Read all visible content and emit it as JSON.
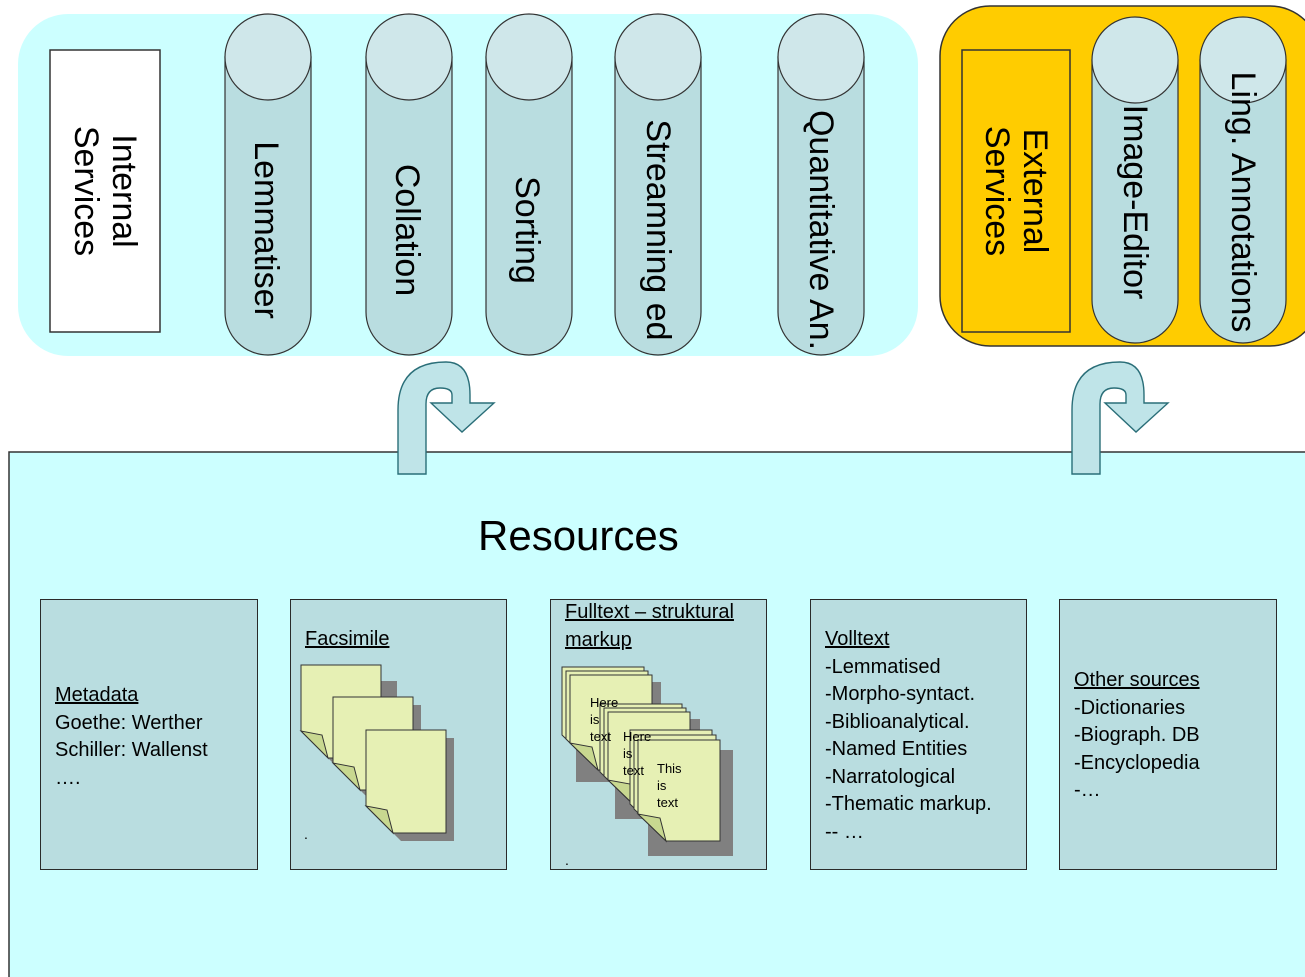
{
  "internal": {
    "label_line1": "Internal",
    "label_line2": "Services",
    "services": [
      "Lemmatiser",
      "Collation",
      "Sorting",
      "Streamning ed",
      "Quantitative An."
    ]
  },
  "external": {
    "label_line1": "External",
    "label_line2": "Services",
    "services": [
      "Image-Editor",
      "Ling. Annotations"
    ]
  },
  "resources": {
    "title": "Resources",
    "metadata": {
      "heading": "Metadata",
      "lines": [
        "Goethe: Werther",
        "Schiller: Wallenst",
        "…."
      ]
    },
    "facsimile": {
      "heading": "Facsimile",
      "dot": "."
    },
    "fulltext": {
      "heading_line1": "Fulltext – struktural",
      "heading_line2": "markup",
      "dot": ".",
      "page_text_a": [
        "Here",
        "is",
        "text"
      ],
      "page_text_b": [
        "Here",
        "is",
        "text"
      ],
      "page_text_c": [
        "This",
        "is",
        "text"
      ]
    },
    "volltext": {
      "heading": "Volltext",
      "lines": [
        "-Lemmatised",
        "-Morpho-syntact.",
        "-Biblioanalytical.",
        "-Named Entities",
        "-Narratological",
        "-Thematic markup.",
        "-- …"
      ]
    },
    "other": {
      "heading": "Other sources",
      "lines": [
        "-Dictionaries",
        "-Biograph. DB",
        "-Encyclopedia",
        "-…"
      ]
    }
  },
  "colors": {
    "panel_light": "#ccffff",
    "cylinder": "#b9dde0",
    "cylinder_top": "#cfe7ea",
    "external_panel": "#ffcc00",
    "note_fill": "#e6f0b4",
    "arrow_fill": "#bfe4e8"
  }
}
